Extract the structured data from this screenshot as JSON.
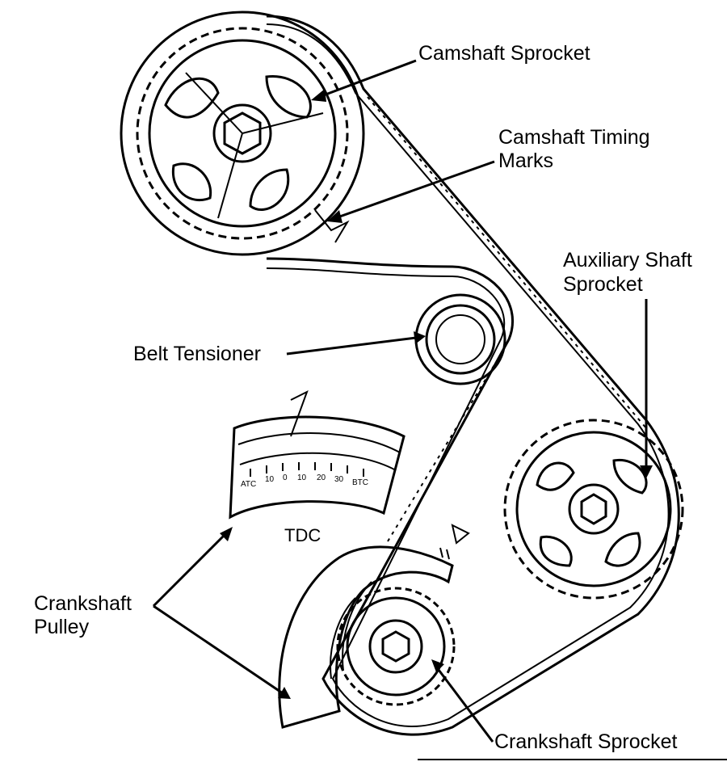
{
  "labels": {
    "camshaft_sprocket": "Camshaft Sprocket",
    "camshaft_timing_marks_line1": "Camshaft Timing",
    "camshaft_timing_marks_line2": "Marks",
    "auxiliary_shaft_sprocket_line1": "Auxiliary Shaft",
    "auxiliary_shaft_sprocket_line2": "Sprocket",
    "belt_tensioner": "Belt Tensioner",
    "tdc": "TDC",
    "crankshaft_pulley_line1": "Crankshaft",
    "crankshaft_pulley_line2": "Pulley",
    "crankshaft_sprocket": "Crankshaft Sprocket"
  },
  "timing_scale": [
    "ATC",
    "10",
    "0",
    "10",
    "20",
    "30",
    "BTC"
  ],
  "colors": {
    "ink": "#000000",
    "paper": "#ffffff"
  }
}
